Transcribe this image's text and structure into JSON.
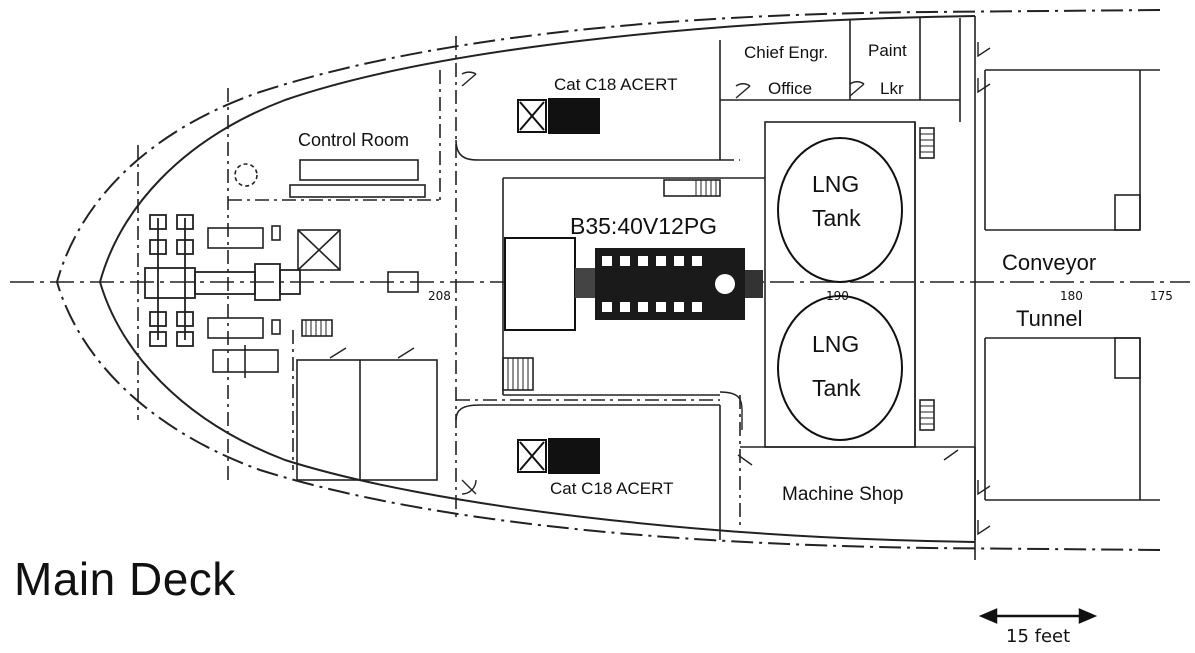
{
  "title": "Main Deck",
  "rooms": {
    "chief_engr_office": [
      "Chief Engr.",
      "Office"
    ],
    "paint_locker": [
      "Paint",
      "Lkr"
    ],
    "control_room": "Control Room",
    "machine_shop": "Machine Shop",
    "conveyor_tunnel": [
      "Conveyor",
      "Tunnel"
    ]
  },
  "equipment": {
    "generator_top": "Cat C18 ACERT",
    "generator_bottom": "Cat C18 ACERT",
    "main_engine": "B35:40V12PG",
    "lng_tank_top": [
      "LNG",
      "Tank"
    ],
    "lng_tank_bottom": [
      "LNG",
      "Tank"
    ]
  },
  "frame_numbers": [
    "208",
    "190",
    "180",
    "175"
  ],
  "scale": "15 feet"
}
